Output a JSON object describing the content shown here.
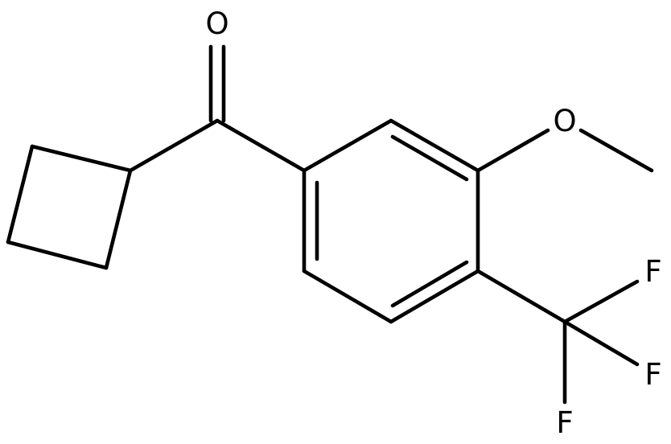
{
  "molecule": {
    "atoms": {
      "oxygen_carbonyl": "O",
      "oxygen_methoxy": "O",
      "fluorine_top": "F",
      "fluorine_right": "F",
      "fluorine_bottom": "F"
    },
    "colors": {
      "bond": "#000000",
      "label": "#000000",
      "background": "#ffffff"
    }
  }
}
